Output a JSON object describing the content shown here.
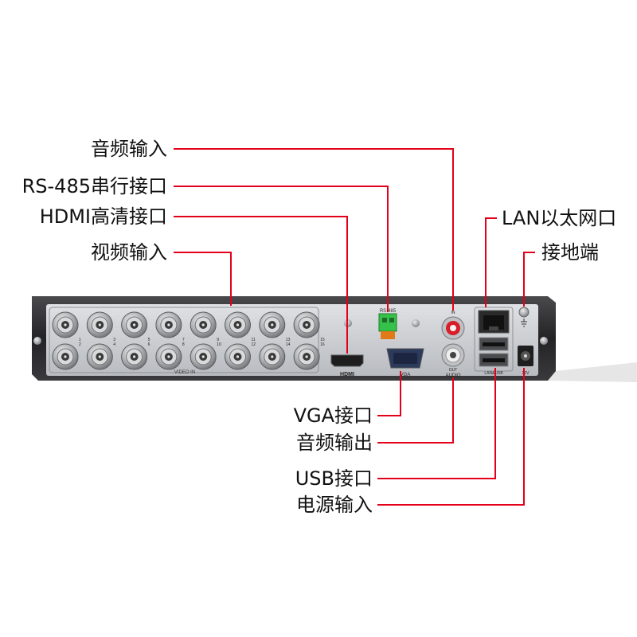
{
  "colors": {
    "leader_line": "#e3001b",
    "chassis": "#2b2b2d",
    "panel": "#c9ccd1",
    "connector_dark": "#3a3a3a",
    "rs485_green": "#35c24a",
    "rca_red": "#d81e2a",
    "rca_white": "#eeeeee"
  },
  "callouts_left_top": [
    {
      "id": "audio-in",
      "label": "音频输入"
    },
    {
      "id": "rs485",
      "label": "RS-485串行接口"
    },
    {
      "id": "hdmi",
      "label": "HDMI高清接口"
    },
    {
      "id": "video-in",
      "label": "视频输入"
    }
  ],
  "callouts_right_top": [
    {
      "id": "lan",
      "label": "LAN以太网口"
    },
    {
      "id": "ground",
      "label": "接地端"
    }
  ],
  "callouts_bottom": [
    {
      "id": "vga",
      "label": "VGA接口"
    },
    {
      "id": "audio-out",
      "label": "音频输出"
    },
    {
      "id": "usb",
      "label": "USB接口"
    },
    {
      "id": "power",
      "label": "电源输入"
    }
  ],
  "panel_labels": {
    "video_in": "VIDEO IN",
    "hdmi": "HDMI",
    "vga": "VGA",
    "rs485": "RS-485",
    "audio": "AUDIO",
    "in": "IN",
    "out": "OUT",
    "lan_usb": "LAN&USB",
    "power": "12V"
  },
  "bnc_numbers": [
    "1",
    "2",
    "3",
    "4",
    "5",
    "6",
    "7",
    "8",
    "9",
    "10",
    "11",
    "12",
    "13",
    "14",
    "15",
    "16"
  ]
}
